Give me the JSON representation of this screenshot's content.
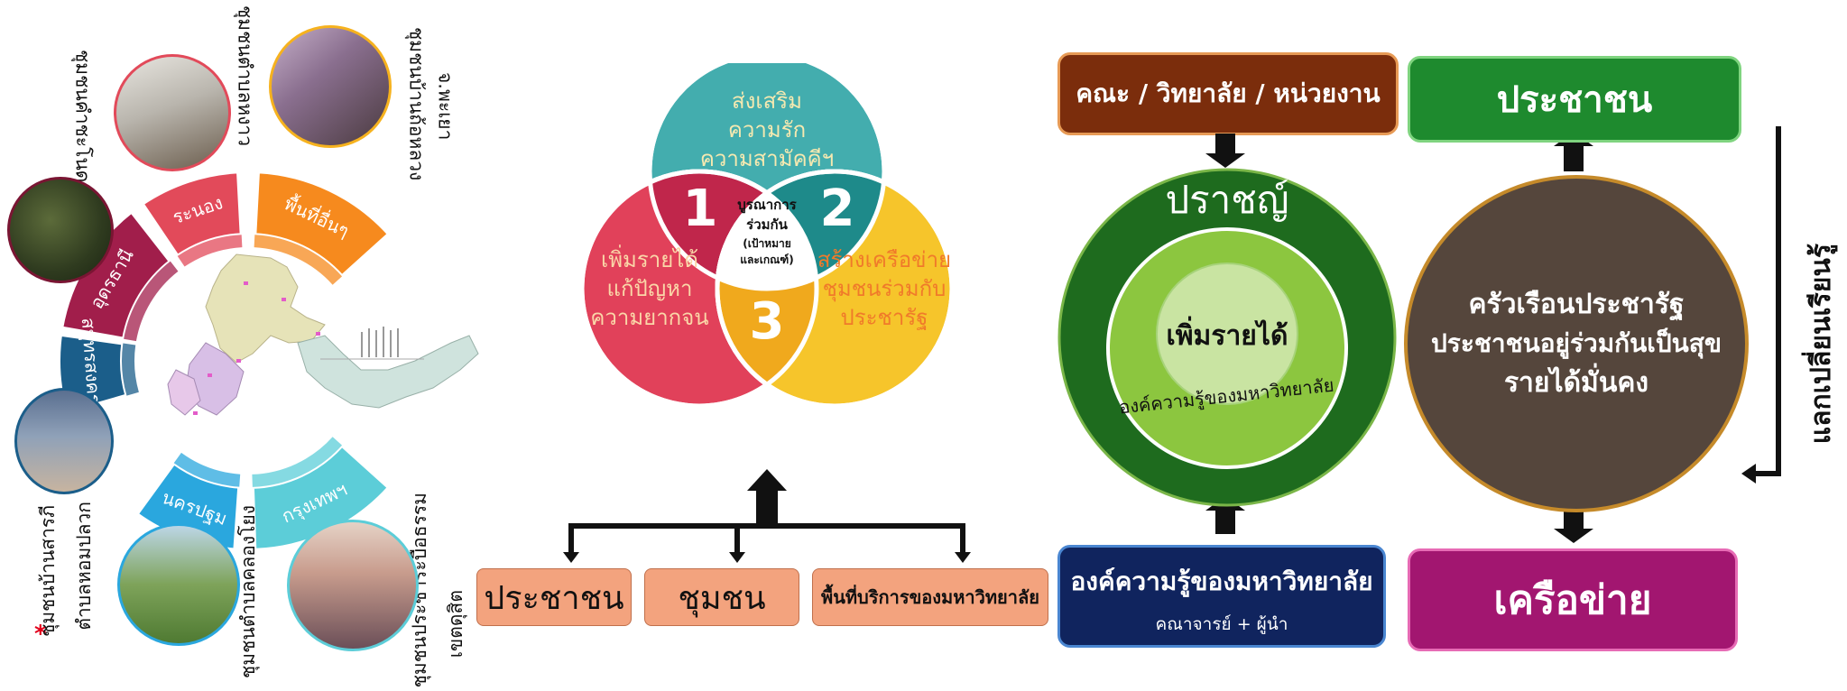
{
  "left_panel": {
    "segments": [
      {
        "label": "ระนอง",
        "color": "#E24A5A"
      },
      {
        "label": "พื้นที่อื่นๆ",
        "color": "#F68A1E"
      },
      {
        "label": "อุดรธานี",
        "color": "#A11E4B"
      },
      {
        "label": "สมุทรสงคราม",
        "color": "#1B5E8A"
      },
      {
        "label": "นครปฐม",
        "color": "#2AA7DE"
      },
      {
        "label": "กรุงเทพฯ",
        "color": "#5CCDD8"
      }
    ],
    "communities": {
      "c1": "ชุมชนคำชะโนด",
      "c2": "ชุมชนตำบลหงาว",
      "c3": "ชุมชนบ้านถ้อหลวง",
      "c3b": "จ.พะเยา",
      "c4": "ชุมชนบ้านสารภี",
      "c4b": "ตำบลหอมปลวก",
      "c5": "ชุมชนตำบลคลองโยง",
      "c6": "ชุมชนประชาระบือธรรม",
      "c6b": "เขตดุสิต",
      "asterisk": "*"
    }
  },
  "venn": {
    "top_text": [
      "ส่งเสริม",
      "ความรัก",
      "ความสามัคคีฯ"
    ],
    "left_text": [
      "เพิ่มรายได้",
      "แก้ปัญหา",
      "ความยากจน"
    ],
    "right_text": [
      "สร้างเครือข่าย",
      "ชุมชนร่วมกับ",
      "ประชารัฐ"
    ],
    "num1": "1",
    "num2": "2",
    "num3": "3",
    "center_text": [
      "บูรณาการ",
      "ร่วมกัน",
      "(เป้าหมาย",
      "และเกณฑ์)"
    ],
    "colors": {
      "top": "#43ADAE",
      "left": "#E1415A",
      "right": "#F6C52B",
      "i12": "#C0264B",
      "i23": "#F0A91D",
      "i13": "#1E8A8A"
    }
  },
  "targets": {
    "people": "ประชาชน",
    "community": "ชุมชน",
    "area": "พื้นที่บริการของมหาวิทยาลัย"
  },
  "right_flow": {
    "faculty_box": "คณะ / วิทยาลัย / หน่วยงาน",
    "wisdom": "ปราชญ์",
    "increase_income": "เพิ่มรายได้",
    "univ_knowledge_arc": "องค์ความรู้ของมหาวิทยาลัย",
    "knowledge_box_title": "องค์ความรู้ของมหาวิทยาลัย",
    "knowledge_box_sub": "คณาจารย์ + ผู้นำ",
    "people_box": "ประชาชน",
    "network_box": "เครือข่าย",
    "big_circle": [
      "ครัวเรือนประชารัฐ",
      "ประชาชนอยู่ร่วมกันเป็นสุข",
      "รายได้มั่นคง"
    ],
    "side_label": "แลกเปลี่ยนเรียนรู้"
  }
}
